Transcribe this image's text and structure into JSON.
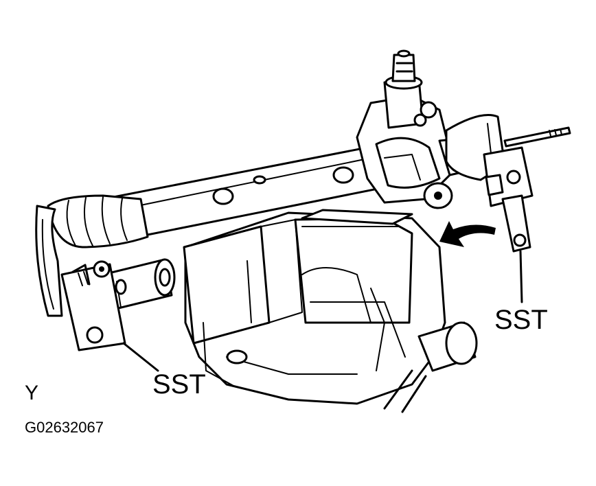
{
  "labels": {
    "sst_right": "SST",
    "sst_left": "SST",
    "view_letter": "Y",
    "figure_id": "G02632067"
  },
  "colors": {
    "line": "#000000",
    "background": "#ffffff"
  }
}
